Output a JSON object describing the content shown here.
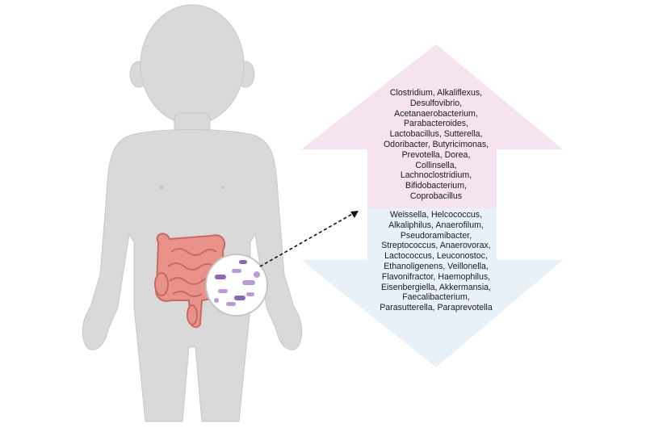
{
  "colors": {
    "body": "#d9d9d9",
    "body_outline": "#c5c5c5",
    "increased_arrow": "#f5e3ef",
    "decreased_arrow": "#e9f1f8",
    "intestine": "#e8928a",
    "intestine_dark": "#c76a63",
    "bacteria": "#b99bd6",
    "bacteria_dark": "#8a67b8"
  },
  "icons": {
    "child": "child-silhouette-icon",
    "gut": "intestine-icon",
    "microbes": "bacteria-magnifier-icon",
    "link": "dashed-arrow-icon"
  },
  "increased": {
    "direction": "up",
    "lines": [
      "Clostridium, Alkaliflexus,",
      "Desulfovibrio,",
      "Acetanaerobacterium,",
      "Parabacteroides,",
      "Lactobacillus, Sutterella,",
      "Odoribacter, Butyricimonas,",
      "Prevotella, Dorea,",
      "Collinsella,",
      "Lachnoclostridium,",
      "Bifidobacterium,",
      "Coprobacillus"
    ]
  },
  "decreased": {
    "direction": "down",
    "lines": [
      "Weissella, Helcococcus,",
      "Alkaliphilus, Anaerofilum,",
      "Pseudoramibacter,",
      "Streptococcus, Anaerovorax,",
      "Lactococcus, Leuconostoc,",
      "Ethanoligenens, Veillonella,",
      "Flavonifractor, Haemophilus,",
      "Eisenbergiella, Akkermansia,",
      "Faecalibacterium,",
      "Parasutterella, Paraprevotella"
    ]
  }
}
